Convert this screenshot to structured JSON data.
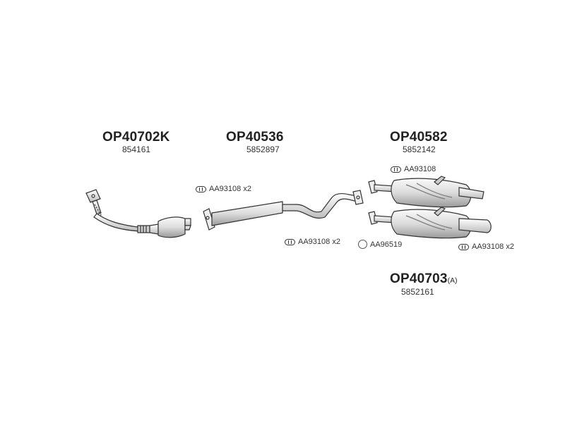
{
  "parts": [
    {
      "code": "OP40702K",
      "number": "854161"
    },
    {
      "code": "OP40536",
      "number": "5852897"
    },
    {
      "code": "OP40582",
      "number": "5852142"
    },
    {
      "code": "OP40703",
      "variant": "(A)",
      "number": "5852161"
    }
  ],
  "accessories": [
    {
      "label": "AA93108 x2"
    },
    {
      "label": "AA93108"
    },
    {
      "label": "AA93108 x2"
    },
    {
      "label": "AA96519"
    },
    {
      "label": "AA93108 x2"
    }
  ],
  "icons": {
    "clamp": "clamp-icon",
    "ring": "gasket-ring-icon"
  },
  "colors": {
    "line": "#333333",
    "fill": "#f2f2f2",
    "shade": "#9a9a9a"
  }
}
